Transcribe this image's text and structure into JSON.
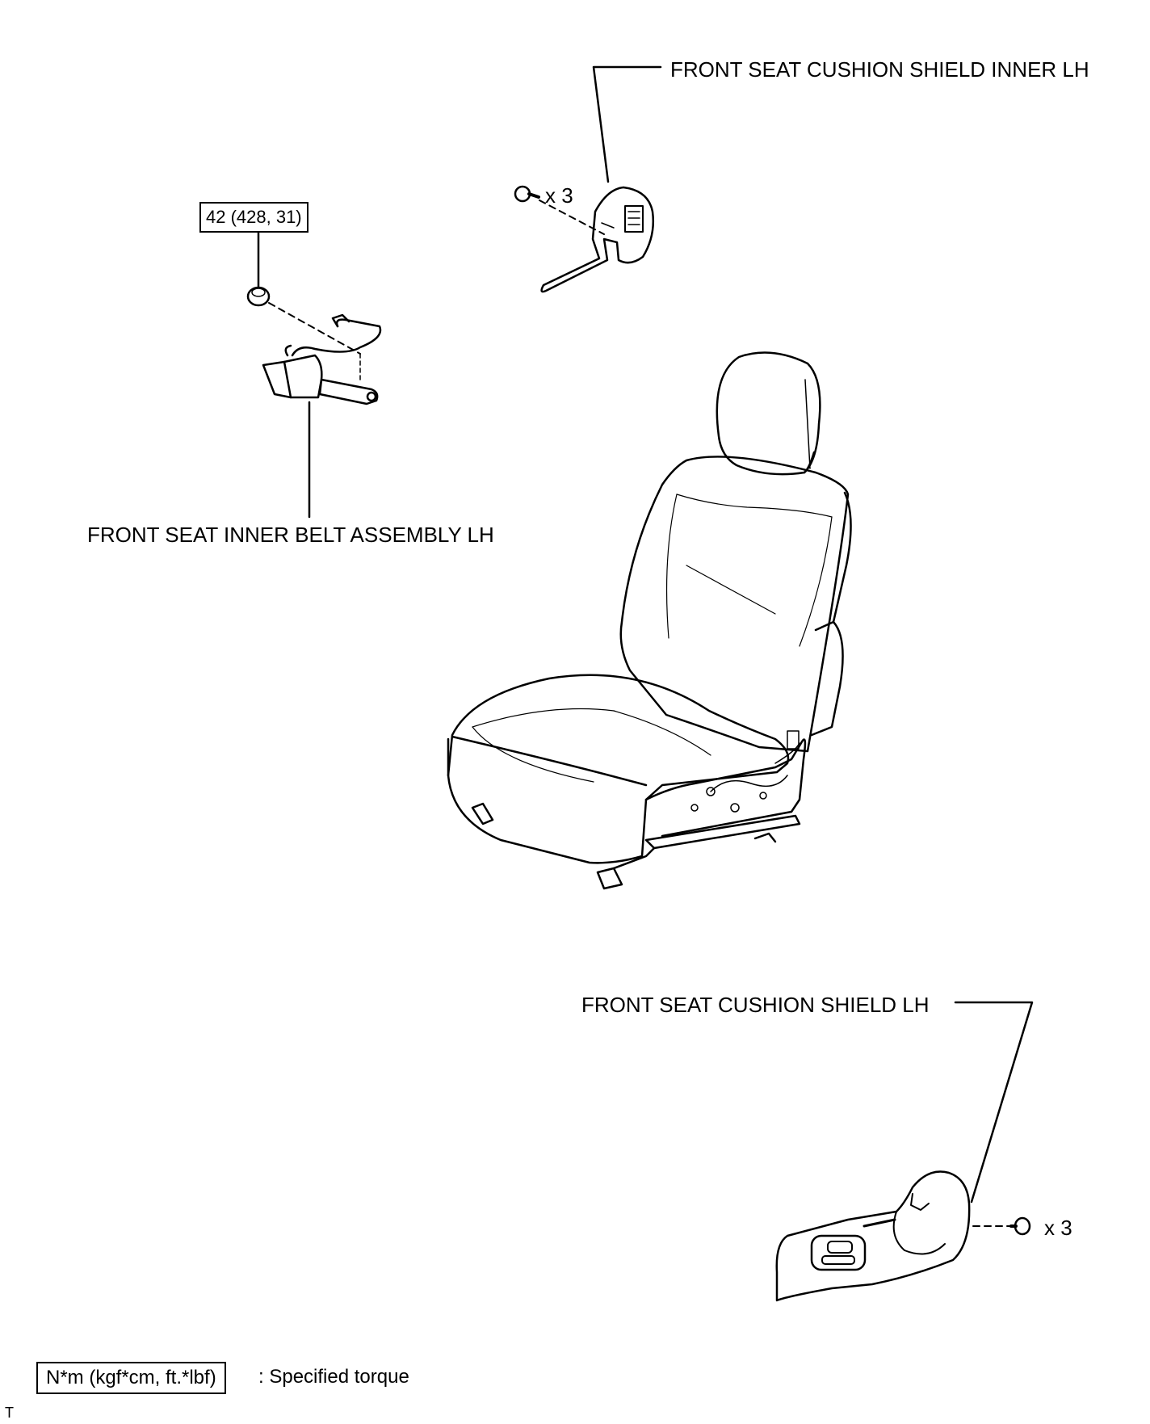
{
  "labels": {
    "cushion_shield_inner": "FRONT SEAT CUSHION SHIELD INNER LH",
    "inner_belt": "FRONT SEAT INNER BELT ASSEMBLY LH",
    "cushion_shield": "FRONT SEAT CUSHION SHIELD LH"
  },
  "torque_value": "42 (428, 31)",
  "screw_qty_top": "x 3",
  "screw_qty_bottom": "x 3",
  "legend": {
    "unit_box": "N*m (kgf*cm, ft.*lbf)",
    "description": ": Specified torque"
  },
  "corner_mark": "T"
}
